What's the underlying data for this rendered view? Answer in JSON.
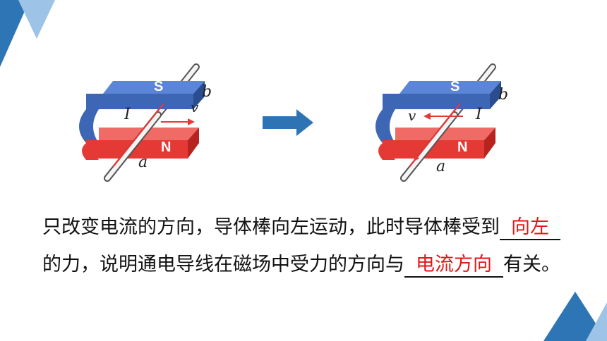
{
  "figure_left": {
    "pole_top": "S",
    "pole_bottom": "N",
    "end_label": "b",
    "bottom_label": "a",
    "current_label": "I",
    "velocity_label": "v"
  },
  "figure_right": {
    "pole_top": "S",
    "pole_bottom": "N",
    "end_label": "b",
    "bottom_label": "a",
    "current_label": "I",
    "velocity_label": "v"
  },
  "text": {
    "line1_prefix": "只改变电流的方向，导体棒向左运动，此时导体棒受到",
    "answer1": "向左",
    "line2_prefix": "的力，说明通电导线在磁场中受力的方向与",
    "answer2": "电流方向",
    "line2_suffix": "有关。"
  },
  "colors": {
    "magnet_blue": "#3d66b4",
    "magnet_red": "#e53935",
    "arrow_blue": "#2e74b5",
    "answer_red": "#e01818"
  }
}
